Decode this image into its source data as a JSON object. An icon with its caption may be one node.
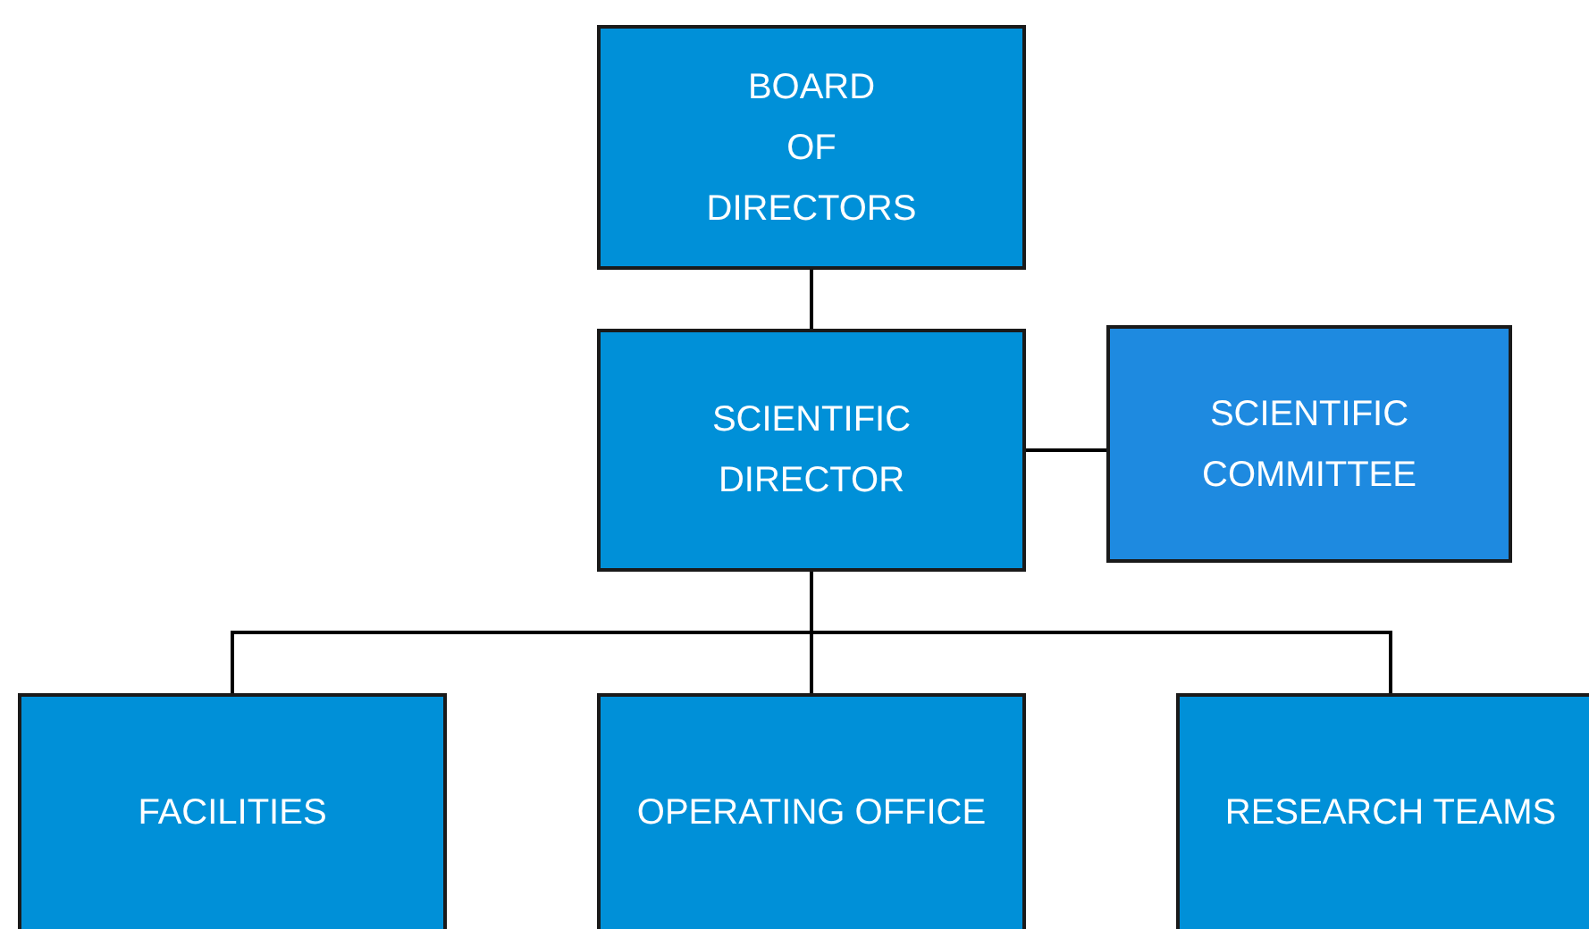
{
  "diagram": {
    "nodes": [
      {
        "text": [
          "BOARD OF DIRECTORS"
        ]
      },
      {
        "text": [
          "SCIENTIFIC DIRECTOR"
        ]
      },
      {
        "text": [
          "SCIENTIFIC COMMITTEE"
        ]
      },
      {
        "text": [
          "FACILITIES"
        ]
      },
      {
        "text": [
          "OPERATING OFFICE"
        ]
      },
      {
        "text": [
          "RESEARCH TEAMS"
        ]
      }
    ],
    "edges": [
      {
        "from": 0,
        "to": 1,
        "arrow": "none"
      },
      {
        "from": 1,
        "to": 2,
        "arrow": "none"
      },
      {
        "from": 1,
        "to": 3,
        "arrow": "none"
      },
      {
        "from": 1,
        "to": 4,
        "arrow": "none"
      },
      {
        "from": 1,
        "to": 5,
        "arrow": "none"
      }
    ]
  }
}
